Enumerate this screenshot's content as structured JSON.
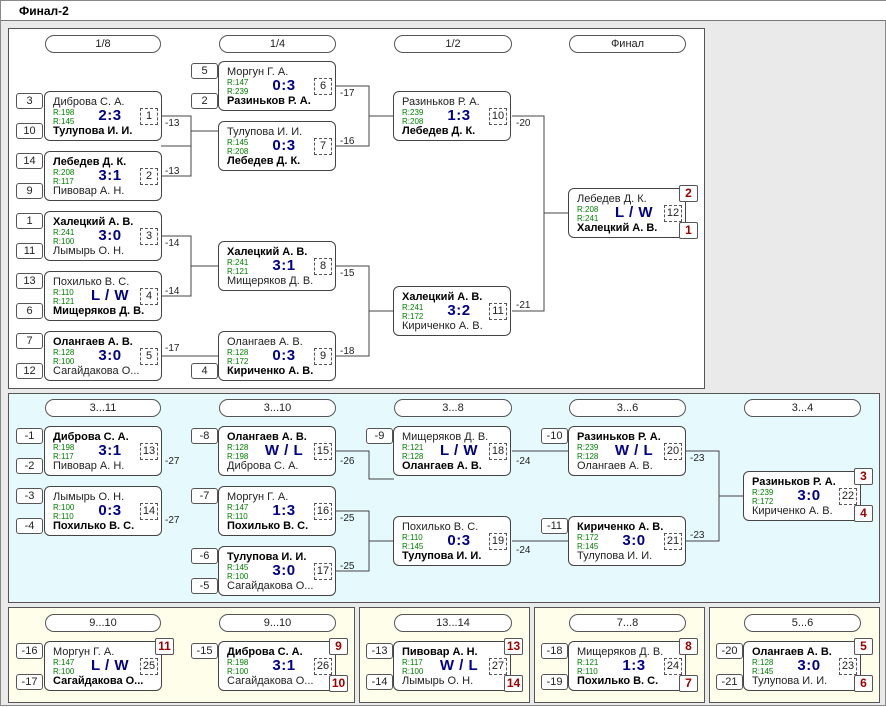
{
  "window": {
    "title": "Финал-2"
  },
  "rounds": {
    "r18": "1/8",
    "r14": "1/4",
    "r12": "1/2",
    "final": "Финал",
    "c311": "3...11",
    "c310": "3...10",
    "c38": "3...8",
    "c36": "3...6",
    "c34": "3...4",
    "y910a": "9...10",
    "y910b": "9...10",
    "y1314": "13...14",
    "y78": "7...8",
    "y56": "5...6"
  },
  "matches": [
    {
      "id": "1",
      "p1": "Диброва С. А.",
      "r1": "R:198",
      "p2": "Тулупова И. И.",
      "r2": "R:145",
      "score": "2:3",
      "loser_ref": "-13"
    },
    {
      "id": "2",
      "p1": "Лебедев Д. К.",
      "r1": "R:208",
      "p2": "Пивовар А. Н.",
      "r2": "R:117",
      "score": "3:1",
      "loser_ref": "-13"
    },
    {
      "id": "3",
      "p1": "Халецкий А. В.",
      "r1": "R:241",
      "p2": "Лымырь О. Н.",
      "r2": "R:100",
      "score": "3:0",
      "loser_ref": "-14"
    },
    {
      "id": "4",
      "p1": "Похилько В. С.",
      "r1": "R:110",
      "p2": "Мищеряков Д. В.",
      "r2": "R:121",
      "score": "L / W",
      "loser_ref": "-14"
    },
    {
      "id": "5",
      "p1": "Олангаев А. В.",
      "r1": "R:128",
      "p2": "Сагайдакова О...",
      "r2": "R:100",
      "score": "3:0",
      "loser_ref": "-17"
    },
    {
      "id": "6",
      "p1": "Моргун Г. А.",
      "r1": "R:147",
      "p2": "Разиньков Р. А.",
      "r2": "R:239",
      "score": "0:3",
      "loser_ref": "-17"
    },
    {
      "id": "7",
      "p1": "Тулупова И. И.",
      "r1": "R:145",
      "p2": "Лебедев Д. К.",
      "r2": "R:208",
      "score": "0:3",
      "loser_ref": "-16"
    },
    {
      "id": "8",
      "p1": "Халецкий А. В.",
      "r1": "R:241",
      "p2": "Мищеряков Д. В.",
      "r2": "R:121",
      "score": "3:1",
      "loser_ref": "-15"
    },
    {
      "id": "9",
      "p1": "Олангаев А. В.",
      "r1": "R:128",
      "p2": "Кириченко А. В.",
      "r2": "R:172",
      "score": "0:3",
      "loser_ref": "-18"
    },
    {
      "id": "10",
      "p1": "Разиньков Р. А.",
      "r1": "R:239",
      "p2": "Лебедев Д. К.",
      "r2": "R:208",
      "score": "1:3",
      "loser_ref": "-20"
    },
    {
      "id": "11",
      "p1": "Халецкий А. В.",
      "r1": "R:241",
      "p2": "Кириченко А. В.",
      "r2": "R:172",
      "score": "3:2",
      "loser_ref": "-21"
    },
    {
      "id": "12",
      "p1": "Лебедев Д. К.",
      "r1": "R:208",
      "p2": "Халецкий А. В.",
      "r2": "R:241",
      "score": "L / W",
      "place1": "2",
      "place2": "1"
    },
    {
      "id": "13",
      "p1": "Диброва С. А.",
      "r1": "R:198",
      "p2": "Пивовар А. Н.",
      "r2": "R:117",
      "score": "3:1",
      "loser_ref": "-27"
    },
    {
      "id": "14",
      "p1": "Лымырь О. Н.",
      "r1": "R:100",
      "p2": "Похилько В. С.",
      "r2": "R:110",
      "score": "0:3",
      "loser_ref": "-27"
    },
    {
      "id": "15",
      "p1": "Олангаев А. В.",
      "r1": "R:128",
      "p2": "Диброва С. А.",
      "r2": "R:198",
      "score": "W / L",
      "loser_ref": "-26"
    },
    {
      "id": "16",
      "p1": "Моргун Г. А.",
      "r1": "R:147",
      "p2": "Похилько В. С.",
      "r2": "R:110",
      "score": "1:3",
      "loser_ref": "-25"
    },
    {
      "id": "17",
      "p1": "Тулупова И. И.",
      "r1": "R:145",
      "p2": "Сагайдакова О...",
      "r2": "R:100",
      "score": "3:0",
      "loser_ref": "-25"
    },
    {
      "id": "18",
      "p1": "Мищеряков Д. В.",
      "r1": "R:121",
      "p2": "Олангаев А. В.",
      "r2": "R:128",
      "score": "L / W",
      "loser_ref": "-24"
    },
    {
      "id": "19",
      "p1": "Похилько В. С.",
      "r1": "R:110",
      "p2": "Тулупова И. И.",
      "r2": "R:145",
      "score": "0:3",
      "loser_ref": "-24"
    },
    {
      "id": "20",
      "p1": "Разиньков Р. А.",
      "r1": "R:239",
      "p2": "Олангаев А. В.",
      "r2": "R:128",
      "score": "W / L",
      "loser_ref": "-23"
    },
    {
      "id": "21",
      "p1": "Кириченко А. В.",
      "r1": "R:172",
      "p2": "Тулупова И. И.",
      "r2": "R:145",
      "score": "3:0",
      "loser_ref": "-23"
    },
    {
      "id": "22",
      "p1": "Разиньков Р. А.",
      "r1": "R:239",
      "p2": "Кириченко А. В.",
      "r2": "R:172",
      "score": "3:0",
      "place1": "3",
      "place2": "4"
    },
    {
      "id": "25",
      "p1": "Моргун Г. А.",
      "r1": "R:147",
      "p2": "Сагайдакова О...",
      "r2": "R:100",
      "score": "L / W",
      "place1": "11"
    },
    {
      "id": "26",
      "p1": "Диброва С. А.",
      "r1": "R:198",
      "p2": "Сагайдакова О...",
      "r2": "R:100",
      "score": "3:1",
      "place1": "9",
      "place2": "10"
    },
    {
      "id": "27",
      "p1": "Пивовар А. Н.",
      "r1": "R:117",
      "p2": "Лымырь О. Н.",
      "r2": "R:100",
      "score": "W / L",
      "place1": "13",
      "place2": "14"
    },
    {
      "id": "24",
      "p1": "Мищеряков Д. В.",
      "r1": "R:121",
      "p2": "Похилько В. С.",
      "r2": "R:110",
      "score": "1:3",
      "place1": "8",
      "place2": "7"
    },
    {
      "id": "23",
      "p1": "Олангаев А. В.",
      "r1": "R:128",
      "p2": "Тулупова И. И.",
      "r2": "R:145",
      "score": "3:0",
      "place1": "5",
      "place2": "6"
    }
  ],
  "seeds": {
    "s1": "3",
    "s2": "10",
    "s3": "14",
    "s4": "9",
    "s5": "1",
    "s6": "11",
    "s7": "13",
    "s8": "6",
    "s9": "7",
    "s10": "12",
    "s11": "5",
    "s12": "2",
    "s13": "4",
    "c1": "-1",
    "c2": "-2",
    "c3": "-3",
    "c4": "-4",
    "c5": "-8",
    "c6": "-7",
    "c7": "-6",
    "c8": "-5",
    "c9": "-9",
    "c10": "-10",
    "c11": "-11",
    "y1": "-16",
    "y2": "-17",
    "y3": "-15",
    "y4": "-13",
    "y5": "-14",
    "y6": "-18",
    "y7": "-19",
    "y8": "-20",
    "y9": "-21"
  }
}
